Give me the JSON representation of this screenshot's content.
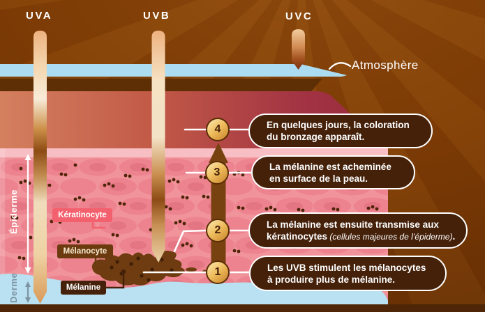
{
  "rays": {
    "uva": "UVA",
    "uvb": "UVB",
    "uvc": "UVC"
  },
  "atmosphere": {
    "label": "Atmosphère"
  },
  "skin_layers": {
    "epidermis": "Épiderme",
    "dermis": "Derme"
  },
  "cell_labels": {
    "keratinocyte": "Kératinocyte",
    "melanocyte": "Mélanocyte",
    "melanin": "Mélanine"
  },
  "steps": [
    {
      "num": "1",
      "l1": "Les UVB stimulent les mélanocytes",
      "l2": "à produire plus de mélanine."
    },
    {
      "num": "2",
      "l1": "La mélanine est ensuite transmise aux",
      "l2_bold": "kératinocytes",
      "l2_italic": " (cellules majeures de l’épiderme)",
      "l2_end": "."
    },
    {
      "num": "3",
      "l1": "La mélanine est acheminée",
      "l2": "en surface de la peau."
    },
    {
      "num": "4",
      "l1": "En quelques jours, la coloration",
      "l2": "du bronzage apparaît."
    }
  ],
  "colors": {
    "bg-brown": "#7d3b05",
    "bg-brown-alt": "#874409",
    "atmosphere-blue": "#abdcf1",
    "skin-top-strip": "#5e2e04",
    "epidermis-pink": "#f1939b",
    "pink-strip": "#f7bec3",
    "dermis-blue": "#b9e1f1",
    "bottom-strip": "#4e2506",
    "bubble-brown": "#45210a",
    "bubble-border": "#ffffff",
    "badge-gold-dark": "#c8832a",
    "badge-border": "#5a2d05",
    "melanin-brown": "#6e3c10",
    "keratinocyte-label-bg": "#f4616e",
    "melanocyte-label-bg": "#6b3a0e",
    "melanin-label-bg": "#45210a",
    "derme-text": "#7e93a2"
  }
}
